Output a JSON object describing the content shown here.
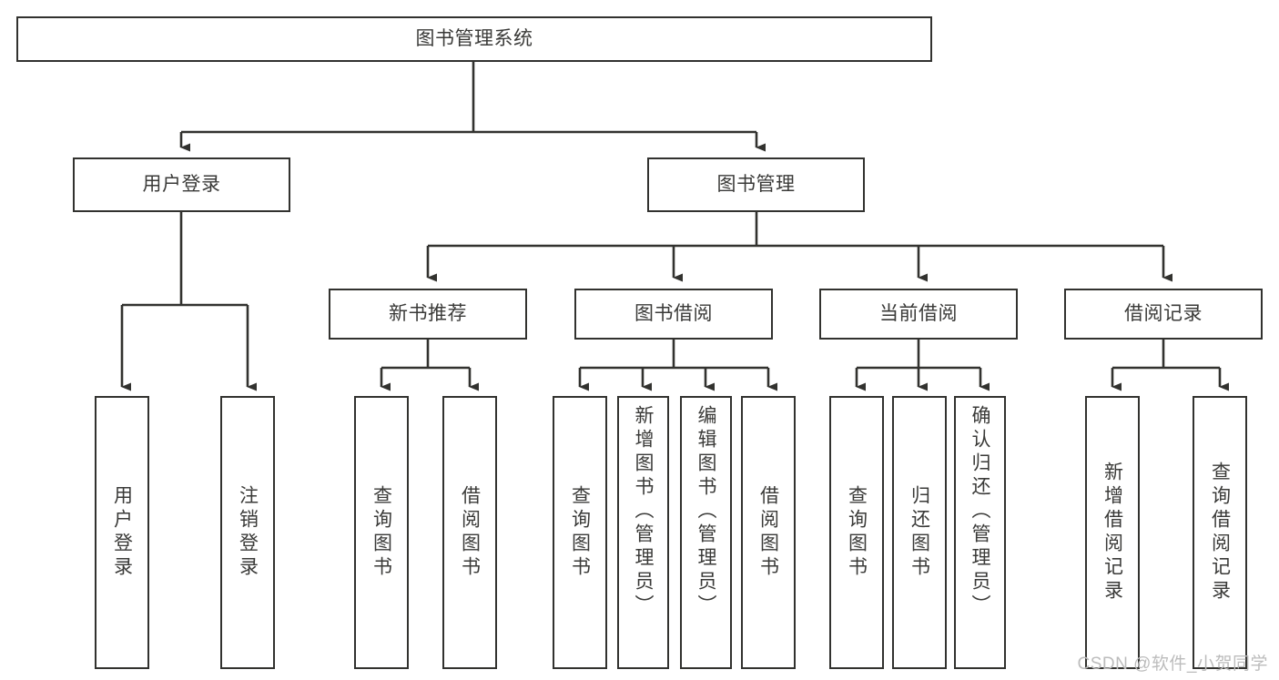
{
  "diagram": {
    "title": "图书管理系统",
    "type": "tree-hierarchy",
    "colors": {
      "node_border": "#32322f",
      "node_fill": "#ffffff",
      "edge": "#32322f",
      "text": "#3a3a38",
      "background": "#ffffff",
      "watermark": "#bcbcbc"
    },
    "root": {
      "label": "图书管理系统"
    },
    "level2": [
      {
        "label": "用户登录"
      },
      {
        "label": "图书管理"
      }
    ],
    "level3": [
      {
        "label": "新书推荐"
      },
      {
        "label": "图书借阅"
      },
      {
        "label": "当前借阅"
      },
      {
        "label": "借阅记录"
      }
    ],
    "leaves": {
      "user_login": [
        {
          "label": "用户登录"
        },
        {
          "label": "注销登录"
        }
      ],
      "new_book": [
        {
          "label": "查询图书"
        },
        {
          "label": "借阅图书"
        }
      ],
      "book_borrow": [
        {
          "label": "查询图书"
        },
        {
          "label": "新增图书（管理员）"
        },
        {
          "label": "编辑图书（管理员）"
        },
        {
          "label": "借阅图书"
        }
      ],
      "current_borrow": [
        {
          "label": "查询图书"
        },
        {
          "label": "归还图书"
        },
        {
          "label": "确认归还（管理员）"
        }
      ],
      "borrow_record": [
        {
          "label": "新增借阅记录"
        },
        {
          "label": "查询借阅记录"
        }
      ]
    }
  },
  "watermark": {
    "text": "CSDN @软件_小贺同学"
  }
}
